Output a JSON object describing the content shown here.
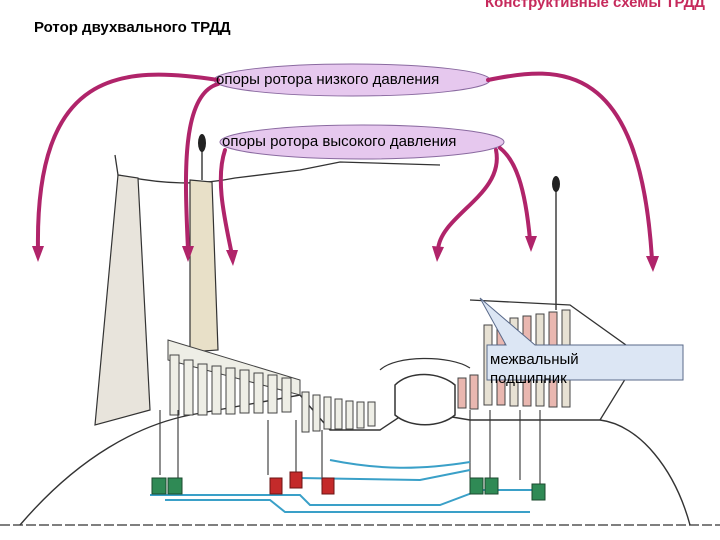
{
  "title": "Ротор двухвального ТРДД",
  "header_right": "Конструктивные схемы ТРДД",
  "callouts": {
    "low_pressure_supports": "опоры ротора низкого давления",
    "high_pressure_supports": "опоры ротора высокого давления",
    "intershaft_bearing_line1": "межвальный",
    "intershaft_bearing_line2": "подшипник"
  },
  "colors": {
    "arrow": "#b0246a",
    "bubble_fill": "#e6c8ee",
    "callout_fill": "#dce6f4",
    "shaft_lines": "#3aa0c8",
    "bearing_green": "#2f8a55",
    "bearing_red": "#c42a2a",
    "blade_fill": "#e8e4dc"
  }
}
